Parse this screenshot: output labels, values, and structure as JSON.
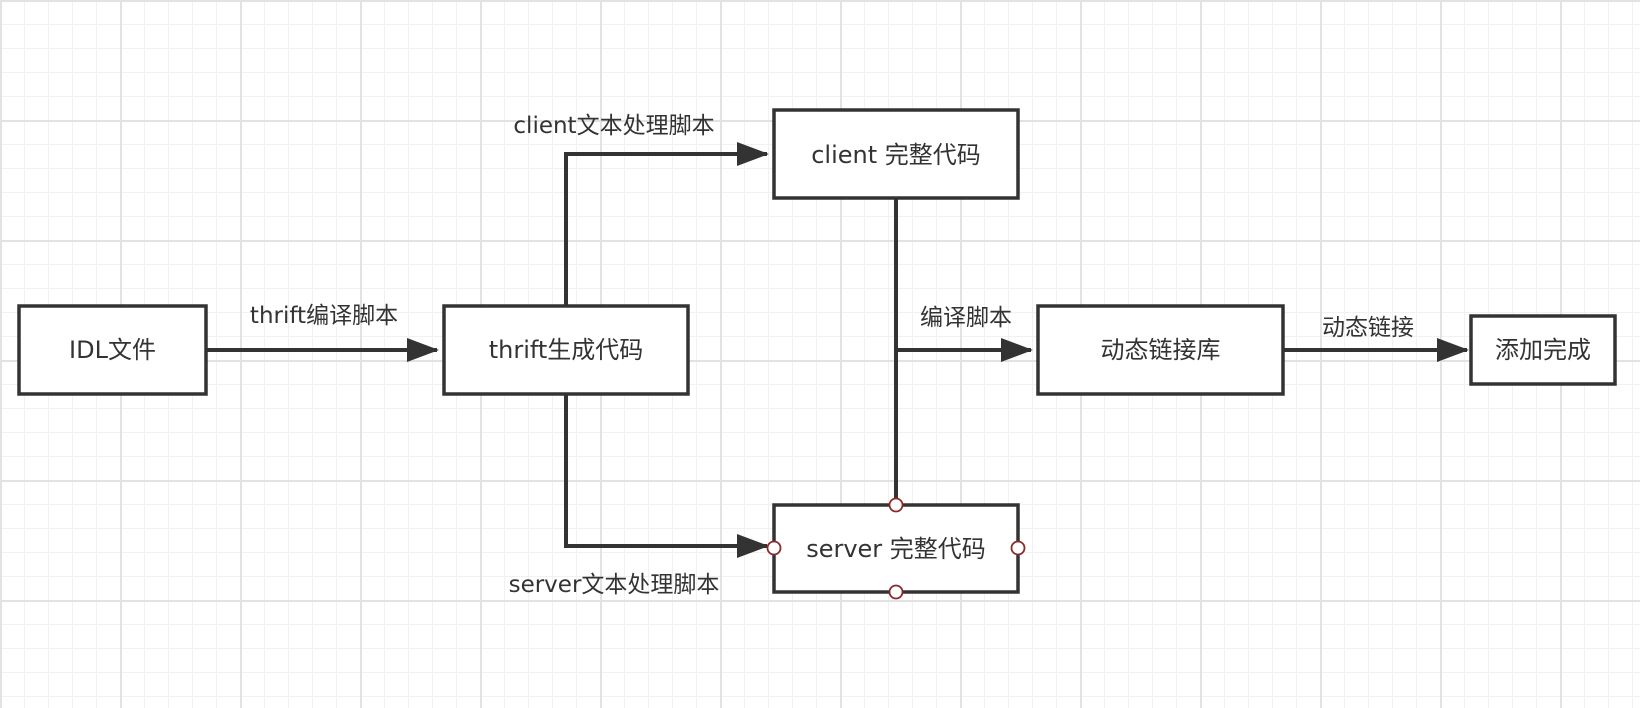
{
  "diagram": {
    "nodes": {
      "idl_file": "IDL文件",
      "thrift_generated_code": "thrift生成代码",
      "client_complete_code": "client 完整代码",
      "server_complete_code": "server 完整代码",
      "dynamic_library": "动态链接库",
      "add_done": "添加完成"
    },
    "edges": {
      "thrift_compile_script": "thrift编译脚本",
      "client_text_script": "client文本处理脚本",
      "server_text_script": "server文本处理脚本",
      "compile_script": "编译脚本",
      "dynamic_link": "动态链接"
    },
    "colors": {
      "stroke": "#333333",
      "selection_handle": "#8b2a2a",
      "grid_major": "#e2e2e2",
      "grid_minor": "#f1f1f1"
    }
  }
}
